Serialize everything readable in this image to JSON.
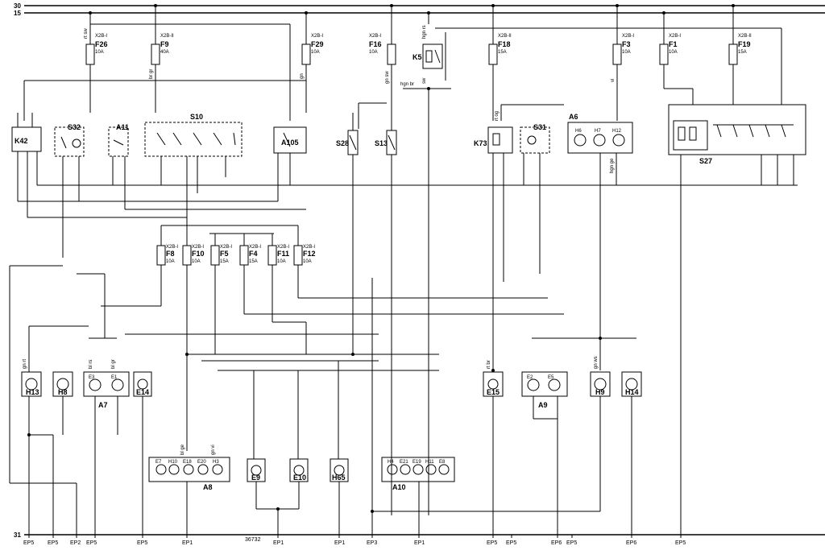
{
  "rails": {
    "top1": "30",
    "top2": "15",
    "bottom": "31"
  },
  "doc_number": "36732",
  "fuses": [
    {
      "id": "F26",
      "rating": "10A",
      "tag": "X2B-I"
    },
    {
      "id": "F9",
      "rating": "40A",
      "tag": "X2B-II"
    },
    {
      "id": "F29",
      "rating": "10A",
      "tag": "X2B-I"
    },
    {
      "id": "F16",
      "rating": "10A",
      "tag": "X2B-I"
    },
    {
      "id": "F18",
      "rating": "15A",
      "tag": "X2B-II"
    },
    {
      "id": "F3",
      "rating": "10A",
      "tag": "X2B-I"
    },
    {
      "id": "F1",
      "rating": "10A",
      "tag": "X2B-I"
    },
    {
      "id": "F19",
      "rating": "15A",
      "tag": "X2B-II"
    },
    {
      "id": "F8",
      "rating": "10A",
      "tag": "X2B-I"
    },
    {
      "id": "F10",
      "rating": "10A",
      "tag": "X2B-I"
    },
    {
      "id": "F5",
      "rating": "15A",
      "tag": "X2B-I"
    },
    {
      "id": "F4",
      "rating": "15A",
      "tag": "X2B-I"
    },
    {
      "id": "F11",
      "rating": "10A",
      "tag": "X2B-I"
    },
    {
      "id": "F12",
      "rating": "10A",
      "tag": "X2B-I"
    }
  ],
  "components": {
    "K42": "K42",
    "S32": "S32",
    "A11": "A11",
    "S10": "S10",
    "A105": "A105",
    "K5": "K5",
    "S28": "S28",
    "S13": "S13",
    "K73": "K73",
    "S31": "S31",
    "A6": "A6",
    "S27": "S27",
    "H13": "H13",
    "H8": "H8",
    "A7": "A7",
    "E14": "E14",
    "E15": "E15",
    "A9": "A9",
    "H9": "H9",
    "H14": "H14",
    "A8": "A8",
    "E9": "E9",
    "E10": "E10",
    "H65": "H65",
    "A10": "A10"
  },
  "sublabels": {
    "A7": [
      "E3",
      "E1"
    ],
    "A9": [
      "E2",
      "E5"
    ],
    "A6": [
      "H6",
      "H7",
      "H12"
    ],
    "A8": [
      "E7",
      "H10",
      "E18",
      "E20",
      "H3"
    ],
    "A10": [
      "H4",
      "E21",
      "E19",
      "H11",
      "E8"
    ]
  },
  "wire_codes": [
    "rt sw",
    "br gr",
    "gn",
    "gn sw",
    "hgn rs",
    "hgn br",
    "sw",
    "vi",
    "rt og",
    "bl rs",
    "bl gr",
    "rt br",
    "gn rt",
    "gn ws",
    "bl ge",
    "gn vi",
    "hgn ge"
  ],
  "grounds": [
    "EP5",
    "EP5",
    "EP2",
    "EP5",
    "EP5",
    "EP1",
    "EP1",
    "EP1",
    "EP3",
    "EP1",
    "EP5",
    "EP5",
    "EP6",
    "EP5",
    "EP6",
    "EP5"
  ]
}
